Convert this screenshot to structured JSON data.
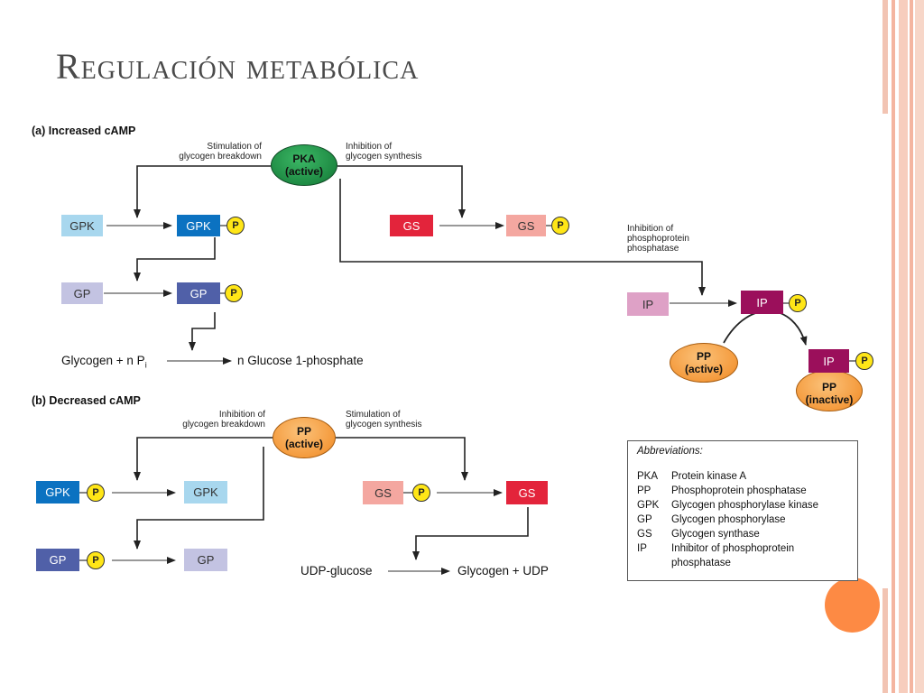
{
  "slide": {
    "title": "Regulación metabólica"
  },
  "panel_a": {
    "heading": "(a)  Increased cAMP",
    "center": {
      "line1": "PKA",
      "line2": "(active)"
    },
    "label_left": [
      "Stimulation of",
      "glycogen breakdown"
    ],
    "label_right": [
      "Inhibition of",
      "glycogen synthesis"
    ],
    "label_pp": [
      "Inhibition of",
      "phosphoprotein",
      "phosphatase"
    ],
    "gpk": "GPK",
    "gp": "GP",
    "gs": "GS",
    "ip": "IP",
    "p": "P",
    "pp_active": {
      "line1": "PP",
      "line2": "(active)"
    },
    "pp_inactive": {
      "line1": "PP",
      "line2": "(inactive)"
    },
    "equation_left": "Glycogen + n P",
    "equation_sub": "i",
    "equation_right": "n  Glucose 1-phosphate"
  },
  "panel_b": {
    "heading": "(b)  Decreased cAMP",
    "center": {
      "line1": "PP",
      "line2": "(active)"
    },
    "label_left": [
      "Inhibition of",
      "glycogen breakdown"
    ],
    "label_right": [
      "Stimulation of",
      "glycogen synthesis"
    ],
    "gpk": "GPK",
    "gp": "GP",
    "gs": "GS",
    "p": "P",
    "equation_left": "UDP-glucose",
    "equation_right": "Glycogen + UDP"
  },
  "abbreviations": {
    "heading": "Abbreviations:",
    "items": [
      {
        "key": "PKA",
        "value": "Protein kinase A"
      },
      {
        "key": "PP",
        "value": "Phosphoprotein phosphatase"
      },
      {
        "key": "GPK",
        "value": "Glycogen phosphorylase kinase"
      },
      {
        "key": "GP",
        "value": "Glycogen phosphorylase"
      },
      {
        "key": "GS",
        "value": "Glycogen synthase"
      },
      {
        "key": "IP",
        "value": "Inhibitor of phosphoprotein"
      },
      {
        "key": "",
        "value": "phosphatase"
      }
    ]
  },
  "colors": {
    "gpk": "#0b72c1",
    "gpk_light": "#a8d7ee",
    "gp": "#5060a8",
    "gp_light": "#c3c3e2",
    "gs": "#e3243b",
    "gs_light": "#f4a7a0",
    "ip": "#9b0f5b",
    "ip_light": "#dea1c6",
    "pka": "#1e8a43",
    "pp": "#f49a3c",
    "phosphate": "#ffe617",
    "accent_circle": "#fd8a44",
    "deco_stripe": "#f2b9a6"
  }
}
